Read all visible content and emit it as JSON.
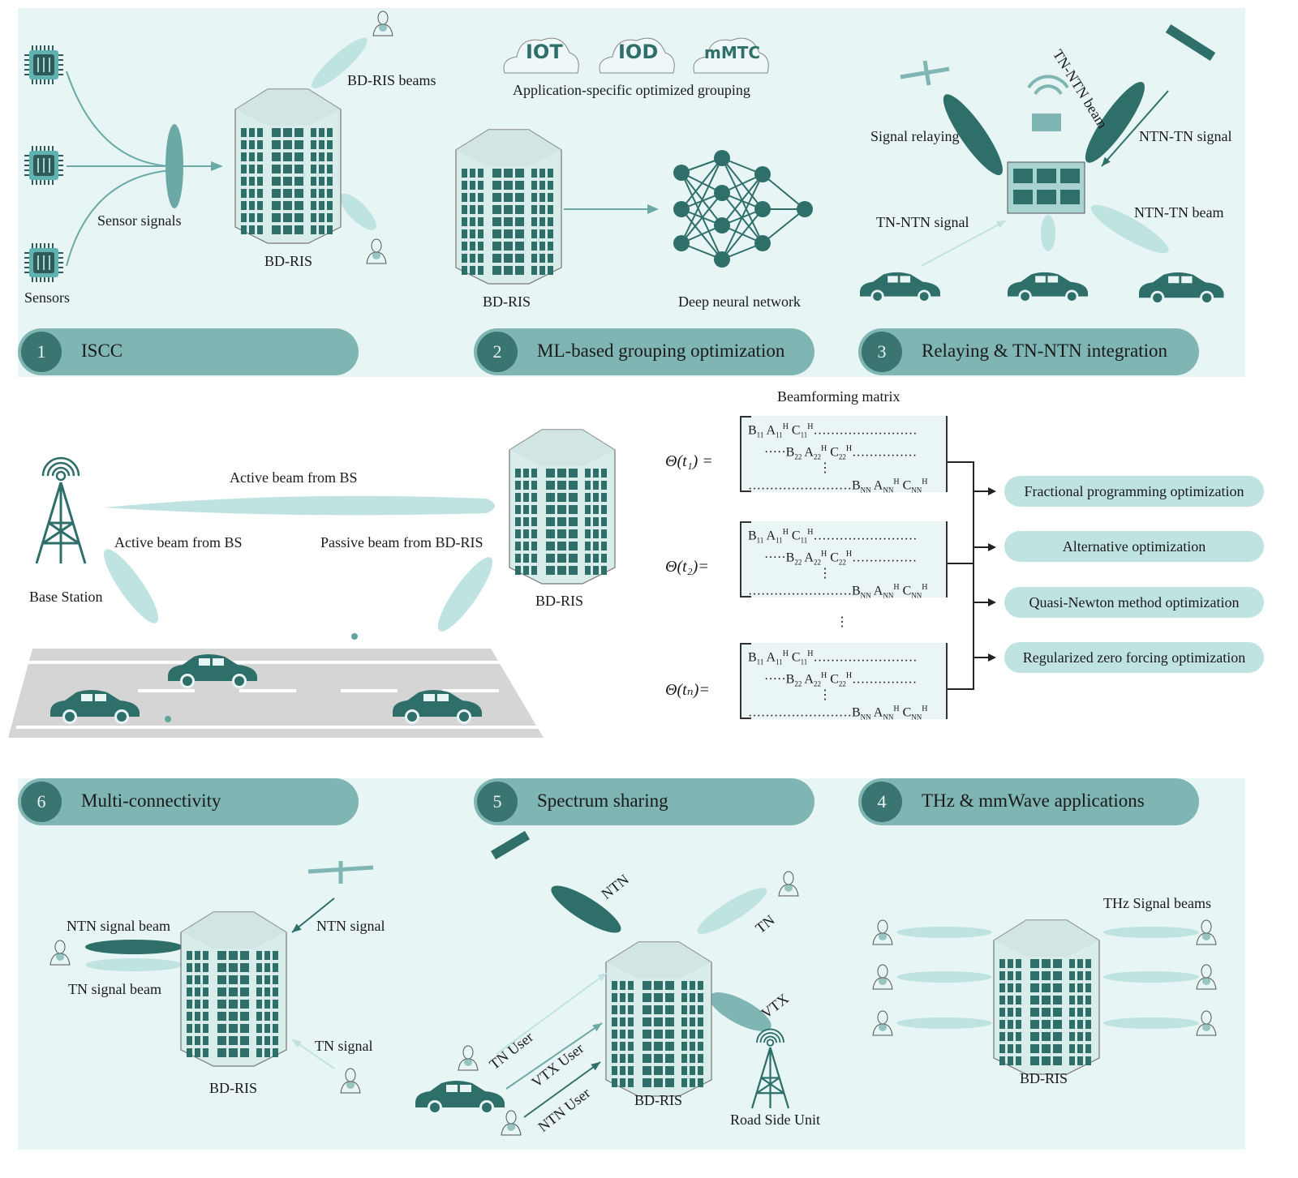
{
  "colors": {
    "band_bg": "#e8f5f5",
    "pill": "#7fb5b3",
    "pill_num": "#3a7571",
    "dark_teal": "#2f6f6a",
    "light_teal": "#bfe3e1",
    "option_bg": "#bfe3e1"
  },
  "panels": [
    {
      "number": "1",
      "title": "ISCC",
      "labels": {
        "bdris_beams": "BD-RIS beams",
        "sensor_signals": "Sensor signals",
        "bdris": "BD-RIS",
        "sensors": "Sensors"
      }
    },
    {
      "number": "2",
      "title": "ML-based grouping optimization",
      "labels": {
        "clouds": [
          "IOT",
          "IOD",
          "mMTC"
        ],
        "grouping": "Application-specific optimized grouping",
        "bdris": "BD-RIS",
        "dnn": "Deep neural network"
      }
    },
    {
      "number": "3",
      "title": "Relaying & TN-NTN integration",
      "labels": {
        "tn_ntn_beam": "TN-NTN beam",
        "signal_relaying": "Signal relaying",
        "ntn_tn_signal": "NTN-TN signal",
        "tn_ntn_signal": "TN-NTN signal",
        "ntn_tn_beam": "NTN-TN beam"
      }
    },
    {
      "number": "4",
      "title": "THz & mmWave applications",
      "labels": {
        "thz_beams": "THz Signal beams",
        "bdris": "BD-RIS"
      }
    },
    {
      "number": "5",
      "title": "Spectrum sharing",
      "labels": {
        "ntn": "NTN",
        "tn": "TN",
        "vtx": "VTX",
        "tn_user": "TN User",
        "vtx_user": "VTX User",
        "ntn_user": "NTN User",
        "bdris": "BD-RIS",
        "rsu": "Road Side Unit"
      }
    },
    {
      "number": "6",
      "title": "Multi-connectivity",
      "labels": {
        "ntn_signal_beam": "NTN signal beam",
        "tn_signal_beam": "TN signal beam",
        "ntn_signal": "NTN signal",
        "tn_signal": "TN signal",
        "bdris": "BD-RIS"
      }
    }
  ],
  "center": {
    "active_beam_top": "Active beam from BS",
    "active_beam_left": "Active beam from BS",
    "passive_beam": "Passive beam from BD-RIS",
    "base_station": "Base Station",
    "bdris": "BD-RIS",
    "matrix_title": "Beamforming matrix",
    "thetas": [
      "Θ(t₁) =",
      "Θ(t₂)=",
      "Θ(tₙ)="
    ],
    "matrix_rows": [
      {
        "prefix": "",
        "b": "B",
        "bs": "11",
        "a": "A",
        "as": "11",
        "c": "C",
        "cs": "11",
        "sup": "H",
        "suffix": "……………………"
      },
      {
        "prefix": "·····",
        "b": "B",
        "bs": "22",
        "a": "A",
        "as": "22",
        "c": "C",
        "cs": "22",
        "sup": "H",
        "suffix": "……………"
      },
      {
        "prefix": "……………………",
        "b": "B",
        "bs": "NN",
        "a": "A",
        "as": "NN",
        "c": "C",
        "cs": "NN",
        "sup": "H",
        "suffix": ""
      }
    ],
    "options": [
      "Fractional programming optimization",
      "Alternative optimization",
      "Quasi-Newton method optimization",
      "Regularized zero forcing optimization"
    ]
  }
}
